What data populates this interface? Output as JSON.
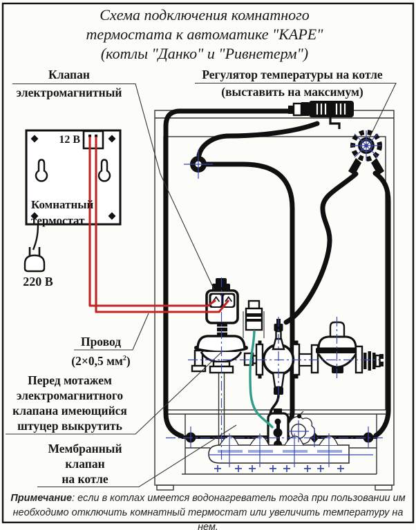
{
  "title": {
    "l1": "Схема  подключения комнатного",
    "l2": "термостата к автоматике \"КАРЕ\"",
    "l3": "(котлы \"Данко\" и \"Ривнетерм\")"
  },
  "labels": {
    "solenoid": {
      "l1": "Клапан",
      "l2": "электромагнитный"
    },
    "regulator": {
      "l1": "Регулятор температуры на котле",
      "l2": "(выставить на максимум)"
    },
    "wire": {
      "l1": "Провод",
      "l2_pre": "(2×0,5 мм",
      "l2_sup": "2",
      "l2_post": ")"
    },
    "fitting_note": {
      "l1": "Перед мотажем",
      "l2": "электромагнитного",
      "l3": "клапана имеющийся",
      "l4": "штуцер выкрутить"
    },
    "membrane": {
      "l1": "Мембранный",
      "l2": "клапан",
      "l3": "на котле"
    }
  },
  "thermostat": {
    "voltage": "12 В",
    "name_l1": "Комнатный",
    "name_l2": "термостат",
    "mains": "220 В"
  },
  "note": {
    "title": "Примечание",
    "l1": ": если в котлах имеется водонагреватель тогда при пользовании им",
    "l2": "необходимо отключить комнатный термостат или увеличить температуру на нем."
  },
  "colors": {
    "wire_red": "#c22424",
    "capillary_teal": "#2e9e8a",
    "centerline_blue": "#3a47ad"
  }
}
